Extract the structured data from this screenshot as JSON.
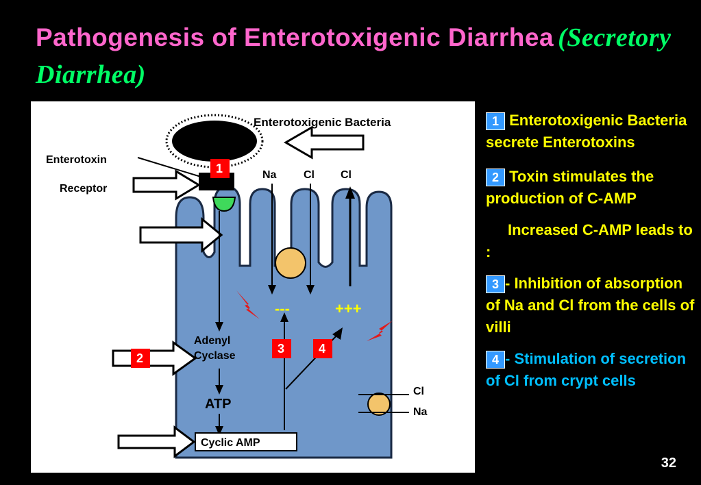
{
  "slide": {
    "title_main": "Pathogenesis of Enterotoxigenic Diarrhea",
    "title_sub": "(Secretory Diarrhea)",
    "page_number": "32"
  },
  "diagram": {
    "labels": {
      "bacteria": "Enterotoxigenic Bacteria",
      "enterotoxin": "Enterotoxin",
      "receptor": "Receptor",
      "na_top": "Na",
      "cl_top1": "Cl",
      "cl_top2": "Cl",
      "adenyl": "Adenyl",
      "cyclase": "Cyclase",
      "atp": "ATP",
      "camp": "Cyclic AMP",
      "minus": "---",
      "plus": "+++",
      "cl_side": "Cl",
      "na_side": "Na"
    },
    "markers": [
      "1",
      "2",
      "3",
      "4"
    ]
  },
  "steps": [
    {
      "badge": "1",
      "text": " Enterotoxigenic Bacteria secrete Enterotoxins",
      "color": "#ffff00"
    },
    {
      "badge": "2",
      "text": " Toxin stimulates the production of C-AMP",
      "color": "#ffff00"
    },
    {
      "badge": "",
      "text": "Increased C-AMP leads to :",
      "color": "#ffff00"
    },
    {
      "badge": "3",
      "text": "- Inhibition of absorption of Na and Cl from the cells of villi",
      "color": "#ffff00"
    },
    {
      "badge": "4",
      "text": "- Stimulation of secretion of Cl from crypt cells",
      "color": "#00bfff"
    }
  ]
}
